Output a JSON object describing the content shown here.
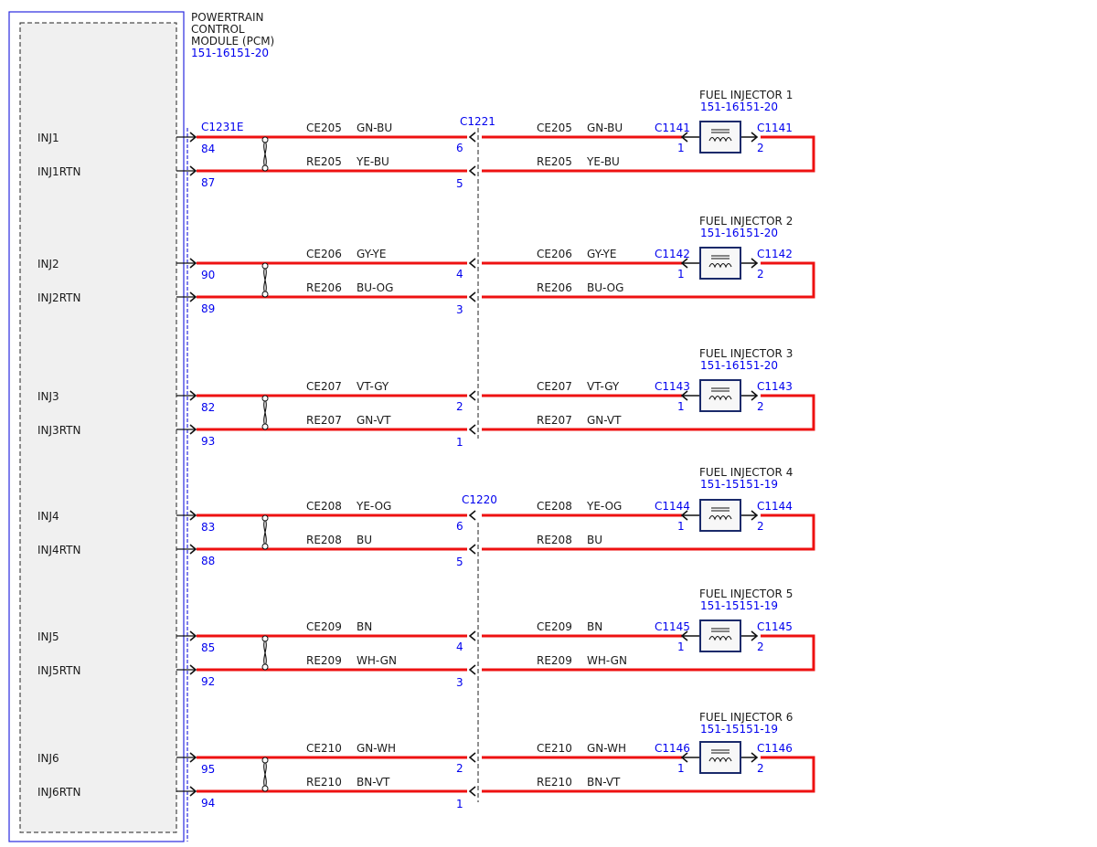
{
  "module": {
    "title_lines": [
      "POWERTRAIN",
      "CONTROL",
      "MODULE (PCM)"
    ],
    "ref": "151-16151-20",
    "connector": "C1231E"
  },
  "colors": {
    "wire": "#ee1111",
    "text": "#1a1a1a",
    "ref": "#0000ee",
    "frame": "#2a2ae0"
  },
  "inline_connectors": [
    {
      "name": "C1221",
      "covers_channels": [
        0,
        1,
        2
      ]
    },
    {
      "name": "C1220",
      "covers_channels": [
        3,
        4,
        5
      ]
    }
  ],
  "channels": [
    {
      "signal": "INJ1",
      "return": "INJ1RTN",
      "signal_circuit": "CE205",
      "signal_color": "GN-BU",
      "return_circuit": "RE205",
      "return_color": "YE-BU",
      "pcm_pins": [
        "84",
        "87"
      ],
      "inline_pins": [
        "6",
        "5"
      ],
      "injector": "FUEL INJECTOR 1",
      "injector_ref": "151-16151-20",
      "injector_connector": "C1141",
      "injector_pins": [
        "1",
        "2"
      ]
    },
    {
      "signal": "INJ2",
      "return": "INJ2RTN",
      "signal_circuit": "CE206",
      "signal_color": "GY-YE",
      "return_circuit": "RE206",
      "return_color": "BU-OG",
      "pcm_pins": [
        "90",
        "89"
      ],
      "inline_pins": [
        "4",
        "3"
      ],
      "injector": "FUEL INJECTOR 2",
      "injector_ref": "151-16151-20",
      "injector_connector": "C1142",
      "injector_pins": [
        "1",
        "2"
      ]
    },
    {
      "signal": "INJ3",
      "return": "INJ3RTN",
      "signal_circuit": "CE207",
      "signal_color": "VT-GY",
      "return_circuit": "RE207",
      "return_color": "GN-VT",
      "pcm_pins": [
        "82",
        "93"
      ],
      "inline_pins": [
        "2",
        "1"
      ],
      "injector": "FUEL INJECTOR 3",
      "injector_ref": "151-16151-20",
      "injector_connector": "C1143",
      "injector_pins": [
        "1",
        "2"
      ]
    },
    {
      "signal": "INJ4",
      "return": "INJ4RTN",
      "signal_circuit": "CE208",
      "signal_color": "YE-OG",
      "return_circuit": "RE208",
      "return_color": "BU",
      "pcm_pins": [
        "83",
        "88"
      ],
      "inline_pins": [
        "6",
        "5"
      ],
      "injector": "FUEL INJECTOR 4",
      "injector_ref": "151-15151-19",
      "injector_connector": "C1144",
      "injector_pins": [
        "1",
        "2"
      ]
    },
    {
      "signal": "INJ5",
      "return": "INJ5RTN",
      "signal_circuit": "CE209",
      "signal_color": "BN",
      "return_circuit": "RE209",
      "return_color": "WH-GN",
      "pcm_pins": [
        "85",
        "92"
      ],
      "inline_pins": [
        "4",
        "3"
      ],
      "injector": "FUEL INJECTOR 5",
      "injector_ref": "151-15151-19",
      "injector_connector": "C1145",
      "injector_pins": [
        "1",
        "2"
      ]
    },
    {
      "signal": "INJ6",
      "return": "INJ6RTN",
      "signal_circuit": "CE210",
      "signal_color": "GN-WH",
      "return_circuit": "RE210",
      "return_color": "BN-VT",
      "pcm_pins": [
        "95",
        "94"
      ],
      "inline_pins": [
        "2",
        "1"
      ],
      "injector": "FUEL INJECTOR 6",
      "injector_ref": "151-15151-19",
      "injector_connector": "C1146",
      "injector_pins": [
        "1",
        "2"
      ]
    }
  ]
}
